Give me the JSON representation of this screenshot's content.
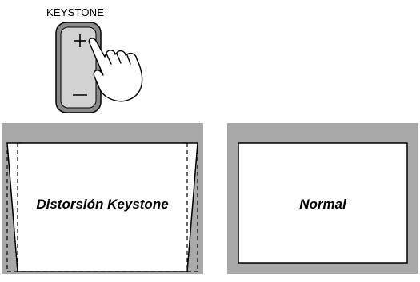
{
  "keystone_button": {
    "title": "KEYSTONE",
    "plus_symbol": "+",
    "minus_symbol": "–"
  },
  "panels": {
    "left": {
      "caption": "Distorsión Keystone"
    },
    "right": {
      "caption": "Normal"
    }
  },
  "colors": {
    "frame_gray": "#a9a9a9",
    "button_body": "#8a8a8a",
    "button_face": "#d2d2d2",
    "outline": "#000000",
    "screen": "#ffffff"
  }
}
